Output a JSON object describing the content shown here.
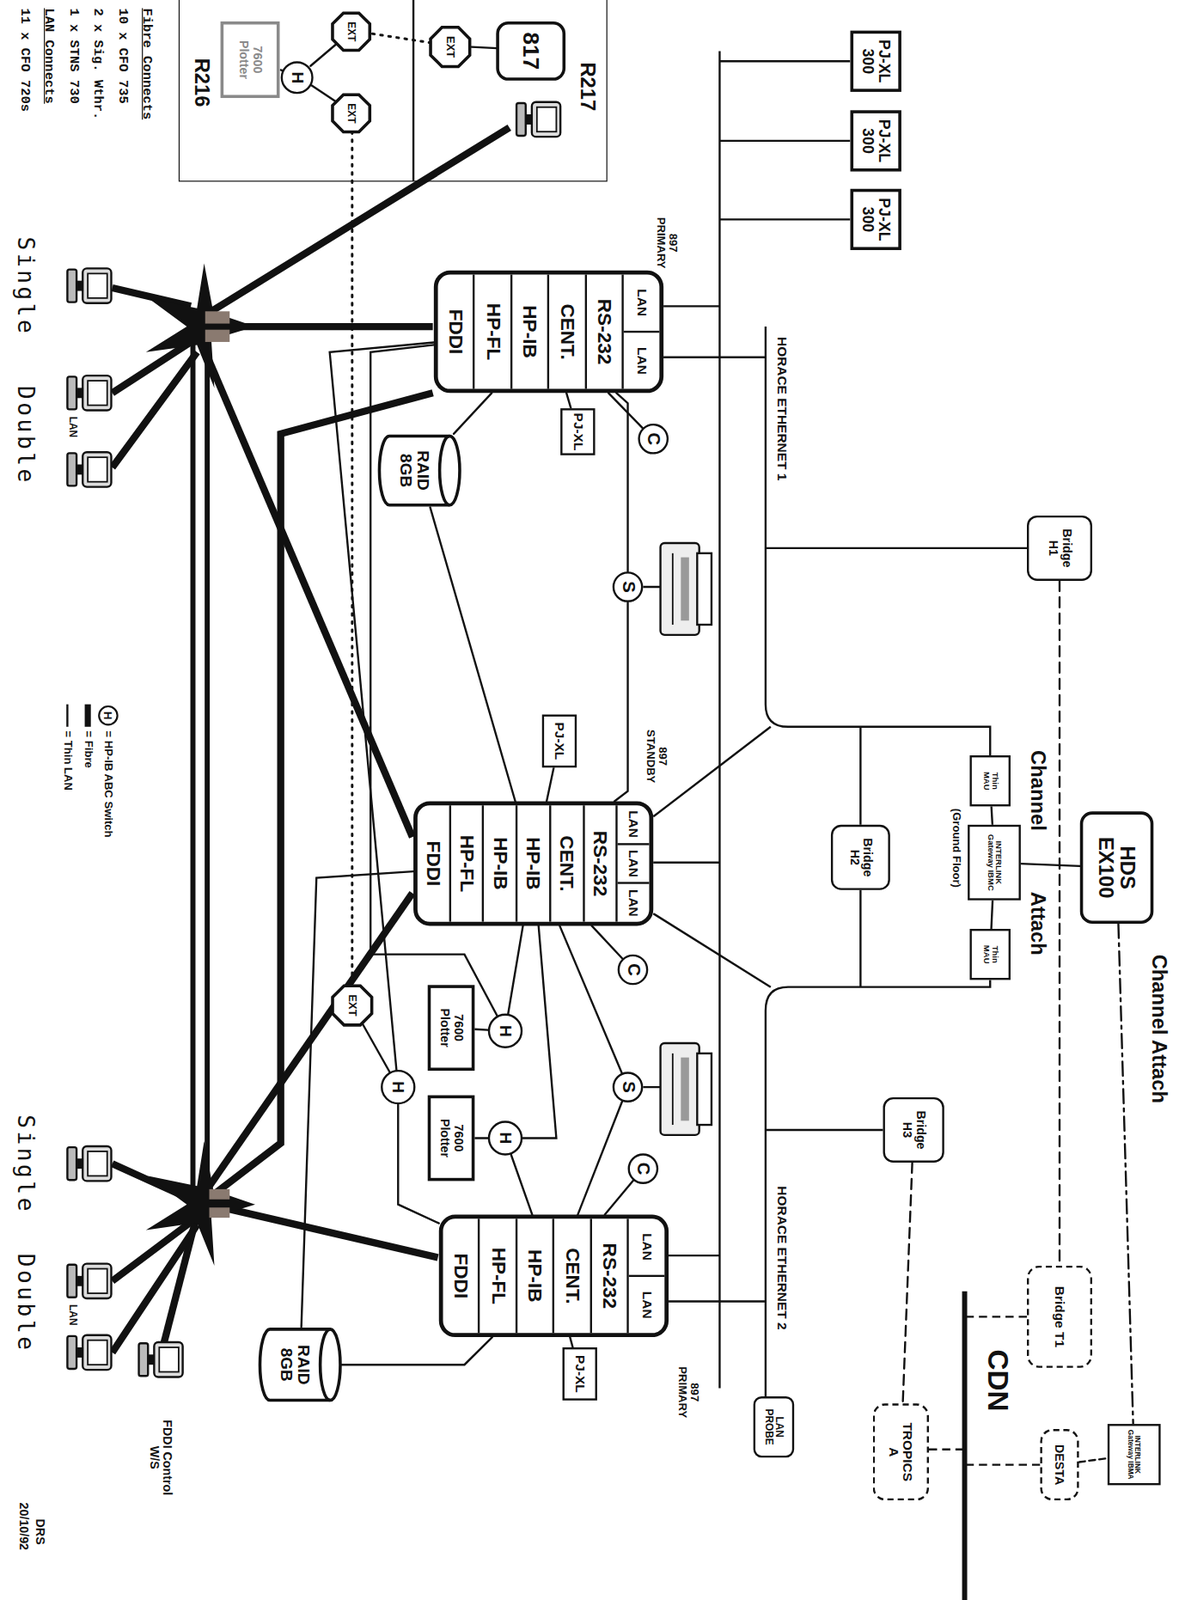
{
  "diagram": {
    "nodes": [
      {
        "text": [
          "PJ-XL 300"
        ]
      },
      {
        "text": [
          "PJ-XL 300"
        ]
      },
      {
        "text": [
          "PJ-XL 300"
        ]
      },
      {
        "text": [
          "R217"
        ]
      },
      {
        "text": [
          "817"
        ],
        "in": 3
      },
      {
        "text": [
          "EXT"
        ],
        "in": 3
      },
      {
        "text": [
          "R216"
        ]
      },
      {
        "text": [
          "7600 Plotter"
        ],
        "in": 6
      },
      {
        "text": [
          "H"
        ],
        "in": 6
      },
      {
        "text": [
          "EXT"
        ],
        "in": 6
      },
      {
        "text": [
          "EXT"
        ],
        "in": 6
      },
      {
        "text": [
          "897 PRIMARY",
          "LAN",
          "LAN",
          "RS-232",
          "CENT.",
          "HP-IB",
          "HP-FL",
          "FDDI"
        ]
      },
      {
        "text": [
          "C"
        ]
      },
      {
        "text": [
          "PJ-XL"
        ]
      },
      {
        "text": [
          "RAID 8GB"
        ]
      },
      {
        "text": [
          "S"
        ]
      },
      {
        "text": [
          "PJ-XL"
        ]
      },
      {
        "text": [
          "Bridge H1"
        ]
      },
      {
        "text": [
          "HDS EX100"
        ]
      },
      {
        "text": [
          "Thin MAU"
        ]
      },
      {
        "text": [
          "INTERLINK Gateway IBMC"
        ]
      },
      {
        "text": [
          "Thin MAU"
        ]
      },
      {
        "text": [
          "Bridge H2"
        ]
      },
      {
        "text": [
          "897 STANDBY",
          "LAN",
          "LAN",
          "LAN",
          "RS-232",
          "CENT.",
          "HP-IB",
          "HP-IB",
          "HP-FL",
          "FDDI"
        ]
      },
      {
        "text": [
          "C"
        ]
      },
      {
        "text": [
          "S"
        ]
      },
      {
        "text": [
          "7600 Plotter"
        ]
      },
      {
        "text": [
          "H"
        ]
      },
      {
        "text": [
          "H"
        ]
      },
      {
        "text": [
          "7600 Plotter"
        ]
      },
      {
        "text": [
          "H"
        ]
      },
      {
        "text": [
          "EXT"
        ]
      },
      {
        "text": [
          "C"
        ]
      },
      {
        "text": [
          "Bridge H3"
        ]
      },
      {
        "text": [
          "897 PRIMARY",
          "LAN",
          "LAN",
          "RS-232",
          "CENT.",
          "HP-IB",
          "HP-FL",
          "FDDI"
        ]
      },
      {
        "text": [
          "PJ-XL"
        ]
      },
      {
        "text": [
          "RAID 8GB"
        ]
      },
      {
        "text": [
          "LAN PROBE"
        ]
      },
      {
        "text": [
          "Bridge T1"
        ]
      },
      {
        "text": [
          "TROPICS A"
        ]
      },
      {
        "text": [
          "DESTA"
        ]
      },
      {
        "text": [
          "INTERLINK Gateway IBMA"
        ]
      }
    ],
    "edges": [
      {
        "from": 5,
        "to": 4,
        "arrow": "none"
      },
      {
        "from": 5,
        "to": 9,
        "arrow": "none"
      },
      {
        "from": 8,
        "to": 7,
        "arrow": "none"
      },
      {
        "from": 8,
        "to": 9,
        "arrow": "none"
      },
      {
        "from": 8,
        "to": 10,
        "arrow": "none"
      },
      {
        "from": 10,
        "to": 31,
        "arrow": "none"
      },
      {
        "from": 12,
        "to": 11,
        "arrow": "none"
      },
      {
        "from": 13,
        "to": 11,
        "arrow": "none"
      },
      {
        "from": 15,
        "to": 11,
        "arrow": "none"
      },
      {
        "from": 15,
        "to": 23,
        "arrow": "none"
      },
      {
        "from": 14,
        "to": 11,
        "arrow": "none"
      },
      {
        "from": 14,
        "to": 23,
        "arrow": "none"
      },
      {
        "from": 16,
        "to": 23,
        "arrow": "none"
      },
      {
        "from": 17,
        "to": 38,
        "arrow": "none"
      },
      {
        "from": 18,
        "to": 20,
        "arrow": "none"
      },
      {
        "from": 19,
        "to": 20,
        "arrow": "none"
      },
      {
        "from": 21,
        "to": 20,
        "arrow": "none"
      },
      {
        "from": 18,
        "to": 41,
        "arrow": "none"
      },
      {
        "from": 24,
        "to": 23,
        "arrow": "none"
      },
      {
        "from": 25,
        "to": 23,
        "arrow": "none"
      },
      {
        "from": 25,
        "to": 34,
        "arrow": "none"
      },
      {
        "from": 27,
        "to": 26,
        "arrow": "none"
      },
      {
        "from": 27,
        "to": 23,
        "arrow": "none"
      },
      {
        "from": 27,
        "to": 11,
        "arrow": "none"
      },
      {
        "from": 28,
        "to": 31,
        "arrow": "none"
      },
      {
        "from": 28,
        "to": 11,
        "arrow": "none"
      },
      {
        "from": 28,
        "to": 34,
        "arrow": "none"
      },
      {
        "from": 30,
        "to": 29,
        "arrow": "none"
      },
      {
        "from": 30,
        "to": 23,
        "arrow": "none"
      },
      {
        "from": 30,
        "to": 34,
        "arrow": "none"
      },
      {
        "from": 32,
        "to": 34,
        "arrow": "none"
      },
      {
        "from": 33,
        "to": 39,
        "arrow": "none"
      },
      {
        "from": 35,
        "to": 34,
        "arrow": "none"
      },
      {
        "from": 36,
        "to": 34,
        "arrow": "none"
      },
      {
        "from": 36,
        "to": 23,
        "arrow": "none"
      },
      {
        "from": 40,
        "to": 41,
        "arrow": "none"
      }
    ],
    "labels": [
      "HORACE ETHERNET 1",
      "HORACE ETHERNET 2",
      "Channel Attach",
      "(Ground Floor)",
      "Channel Attach",
      "CDN",
      "Fibre Connects",
      "10 x CFO 735",
      "2 x Sig. Wthr.",
      "1 x STNS 730",
      "LAN Connects",
      "11 x CFO 720s",
      "Single",
      "Double",
      "LAN",
      "Single",
      "Double",
      "LAN",
      "FDDI Control W/S",
      "DRS",
      "20/10/92",
      "H"
    ],
    "legend": [
      {
        "text": "= HP-IB ABC Switch"
      },
      {
        "text": "= Fibre"
      },
      {
        "text": "= Thin LAN"
      }
    ]
  }
}
